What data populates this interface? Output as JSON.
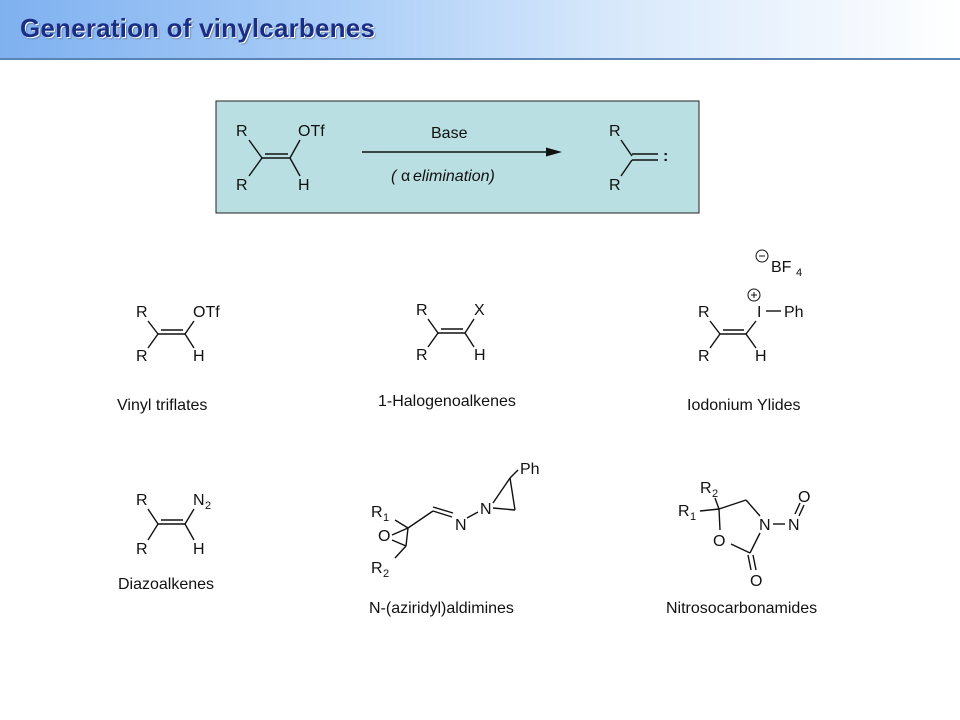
{
  "title": "Generation of vinylcarbenes",
  "reaction": {
    "reagent": "Base",
    "condition_open": "(",
    "condition_alpha": "α",
    "condition_text": " elimination)",
    "carbene_dots": ":",
    "box_color": "#b9dfe2"
  },
  "labels": {
    "vinyl_triflates": "Vinyl triflates",
    "halogenoalkenes": "1-Halogenoalkenes",
    "iodonium_ylides": "Iodonium Ylides",
    "diazoalkenes": "Diazoalkenes",
    "aziridyl_aldimines": "N-(aziridyl)aldimines",
    "nitrosocarbonamides": "Nitrosocarbonamides"
  },
  "atoms": {
    "R": "R",
    "H": "H",
    "OTf": "OTf",
    "X": "X",
    "I": "I",
    "Ph": "Ph",
    "BF": "BF",
    "four": "4",
    "N": "N",
    "O": "O",
    "one": "1",
    "two": "2"
  }
}
